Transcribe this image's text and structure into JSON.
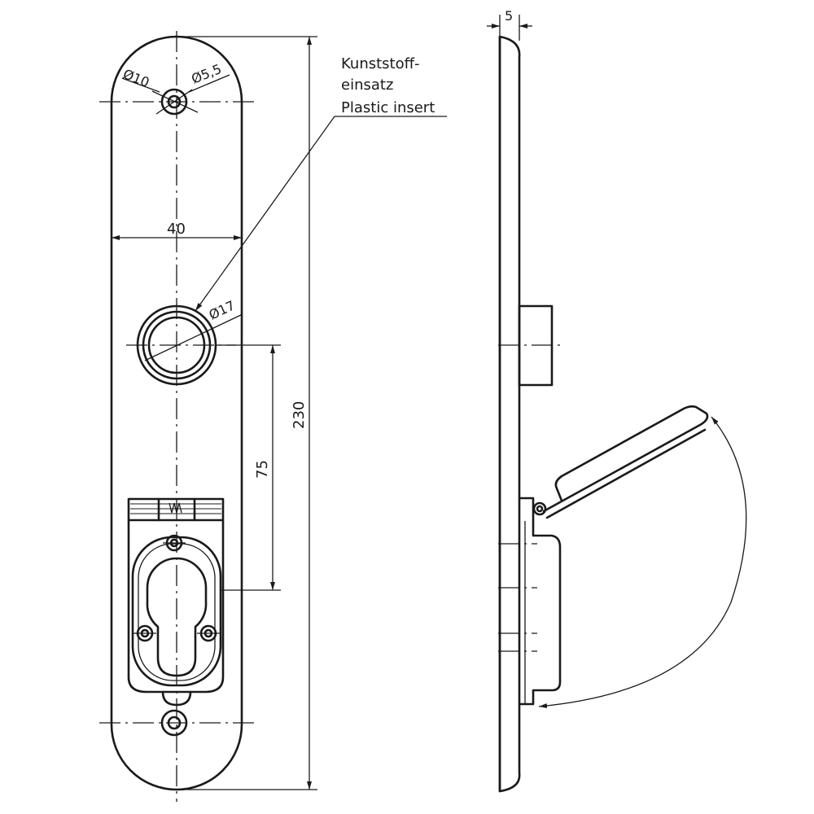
{
  "labels": {
    "insert_de_1": "Kunststoff-",
    "insert_de_2": "einsatz",
    "insert_en": "Plastic insert",
    "dim_hole_large": "Ø10",
    "dim_hole_small": "Ø5,5",
    "dim_width": "40",
    "dim_rosette": "Ø17",
    "dim_height": "230",
    "dim_distance": "75",
    "dim_thickness": "5"
  },
  "colors": {
    "line": "#1a1a1a",
    "background": "#ffffff"
  }
}
